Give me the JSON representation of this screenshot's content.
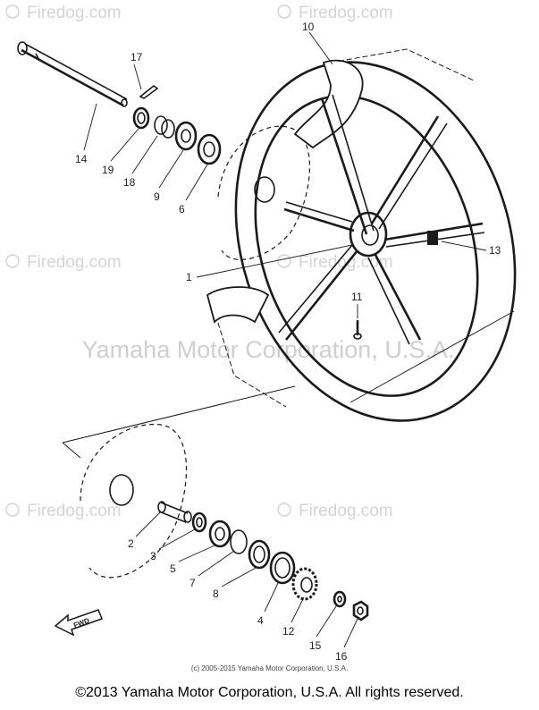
{
  "watermark": {
    "site": "Firedog.com",
    "center": "Yamaha Motor Corporation, U.S.A."
  },
  "callouts": {
    "p1": "1",
    "p2": "2",
    "p3": "3",
    "p4": "4",
    "p5": "5",
    "p6": "6",
    "p7": "7",
    "p8": "8",
    "p9": "9",
    "p10": "10",
    "p11": "11",
    "p12": "12",
    "p13": "13",
    "p14": "14",
    "p15": "15",
    "p16": "16",
    "p17": "17",
    "p18": "18",
    "p19": "19"
  },
  "direction_arrow": "FWD",
  "footer": {
    "small": "(c) 2005-2015 Yamaha Motor Corporation, U.S.A.",
    "main": "©2013 Yamaha Motor Corporation, U.S.A. All rights reserved."
  }
}
